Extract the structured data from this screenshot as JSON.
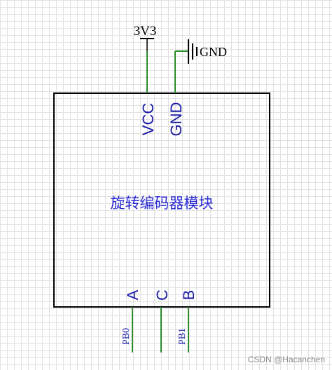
{
  "module": {
    "title": "旋转编码器模块"
  },
  "power": {
    "supply_label": "3V3",
    "ground_label": "GND"
  },
  "top_pins": {
    "vcc": "VCC",
    "gnd": "GND"
  },
  "bottom_pins": {
    "a": "A",
    "c": "C",
    "b": "B"
  },
  "nets": {
    "pb0": "PB0",
    "pb1": "PB1"
  },
  "colors": {
    "wire": "#2e8b2e",
    "pin_text": "#1a1aa6",
    "title_text": "#2b2bd6",
    "outline": "#000000"
  },
  "watermark": "CSDN @Hacanchen"
}
